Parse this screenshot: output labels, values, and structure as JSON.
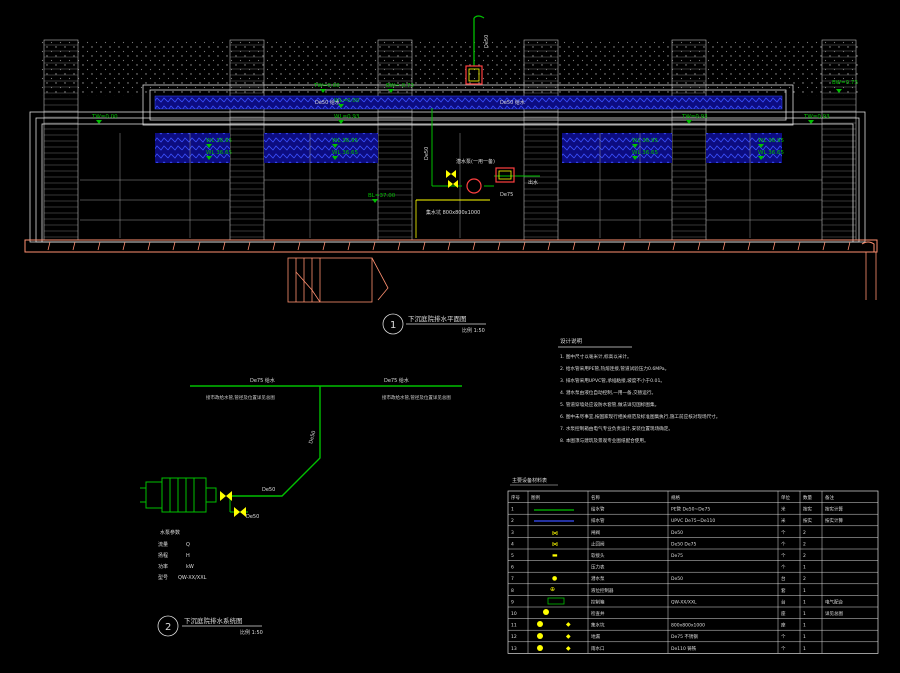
{
  "colors": {
    "background": "#000000",
    "linework": "#ffffff",
    "pipe_green": "#00c000",
    "water_blue": "#1010b0",
    "hatch": "#3040ff",
    "valve_yellow": "#ffff00",
    "pump_red": "#ff4040",
    "wall_salmon": "#ff9070",
    "dim_text": "#c8c8c8"
  },
  "plan": {
    "elevation_labels": [
      {
        "name": "elev-top-left",
        "text": "TW=0.00"
      },
      {
        "name": "elev-top-mid",
        "text": "BW=-0.73"
      },
      {
        "name": "elev-top-right",
        "text": "BW=0.73"
      },
      {
        "name": "elev-left",
        "text": "TW=0.00"
      },
      {
        "name": "elev-wl1",
        "text": "WL=0.00"
      },
      {
        "name": "elev-wl2",
        "text": "WL=0.93"
      },
      {
        "name": "elev-right",
        "text": "TW=0.93"
      },
      {
        "name": "elev-right2",
        "text": "TW=0.93"
      },
      {
        "name": "elev-bottom",
        "text": "BL=37.00"
      }
    ],
    "water_labels": [
      {
        "name": "wl-a1",
        "text": "WL 36.95"
      },
      {
        "name": "wl-a2",
        "text": "WL 36.65"
      },
      {
        "name": "wl-b1",
        "text": "WL 36.95"
      },
      {
        "name": "wl-b2",
        "text": "WL 36.65"
      },
      {
        "name": "wl-c1",
        "text": "WL 36.95"
      },
      {
        "name": "wl-c2",
        "text": "WL 36.65"
      },
      {
        "name": "wl-d1",
        "text": "WL 36.95"
      },
      {
        "name": "wl-d2",
        "text": "WL 36.65"
      }
    ],
    "pipe_labels": {
      "pipe_a": "De50 给水",
      "pipe_b": "De50 给水",
      "vertical": "De50",
      "pump": "潜水泵(一用一备)",
      "pump_size": "De75",
      "outlet": "出水",
      "pump_well": "集水坑 800x800x1000",
      "riser": "De50"
    },
    "title": "下沉庭院排水平面图",
    "scale": "比例 1:50",
    "number": "1"
  },
  "system": {
    "pipe_left": "De75 给水",
    "pipe_right": "De75 给水",
    "note_left": "接市政给水管,管径及位置详见总图",
    "note_right": "接市政给水管,管径及位置详见总图",
    "vertical": "De50",
    "branch": "De50",
    "branch2": "De50",
    "params_title": "水泵参数",
    "params": [
      {
        "k": "流量",
        "v": "Q"
      },
      {
        "k": "扬程",
        "v": "H"
      },
      {
        "k": "功率",
        "v": "kW"
      },
      {
        "k": "型号",
        "v": "QW-XX/XXL"
      }
    ],
    "title": "下沉庭院排水系统图",
    "scale": "比例 1:50",
    "number": "2"
  },
  "notes": {
    "title": "设计说明",
    "lines": [
      "1. 图中尺寸以毫米计,标高以米计。",
      "2. 给水管采用PE管,热熔连接,管道试验压力0.6MPa。",
      "3. 排水管采用UPVC管,承插粘接,坡度不小于0.01。",
      "4. 潜水泵由液位自动控制,一用一备,交替运行。",
      "5. 管道穿墙处应设防水套管,做法详见国标图集。",
      "6. 图中未尽事宜,按国家现行相关规范及标准图集执行,施工前应核对现场尺寸。",
      "7. 水泵控制箱由电气专业负责设计,安装位置现场确定。",
      "8. 本图须与建筑及景观专业图纸配合使用。"
    ]
  },
  "legend": {
    "title": "主要设备材料表",
    "headers": [
      "序号",
      "图例",
      "名称",
      "规格",
      "单位",
      "数量",
      "备注"
    ],
    "rows": [
      [
        "1",
        "",
        "给水管",
        "PE管 De50~De75",
        "米",
        "按实",
        "按实计算"
      ],
      [
        "2",
        "",
        "排水管",
        "UPVC De75~De110",
        "米",
        "按实",
        "按实计算"
      ],
      [
        "3",
        "",
        "闸阀",
        "De50",
        "个",
        "2",
        ""
      ],
      [
        "4",
        "",
        "止回阀",
        "De50 De75",
        "个",
        "2",
        ""
      ],
      [
        "5",
        "",
        "软接头",
        "De75",
        "个",
        "2",
        ""
      ],
      [
        "6",
        "",
        "压力表",
        "",
        "个",
        "1",
        ""
      ],
      [
        "7",
        "",
        "潜水泵",
        "De50",
        "台",
        "2",
        ""
      ],
      [
        "8",
        "",
        "液位控制器",
        "",
        "套",
        "1",
        ""
      ],
      [
        "9",
        "",
        "控制箱",
        "QW-XX/XXL",
        "台",
        "1",
        "电气配合"
      ],
      [
        "10",
        "",
        "检查井",
        "",
        "座",
        "1",
        "详见总图"
      ],
      [
        "11",
        "",
        "集水坑",
        "800x800x1000",
        "座",
        "1",
        ""
      ],
      [
        "12",
        "",
        "地漏",
        "De75 不锈钢",
        "个",
        "1",
        ""
      ],
      [
        "13",
        "",
        "雨水口",
        "De110 铸铁",
        "个",
        "1",
        ""
      ]
    ]
  }
}
